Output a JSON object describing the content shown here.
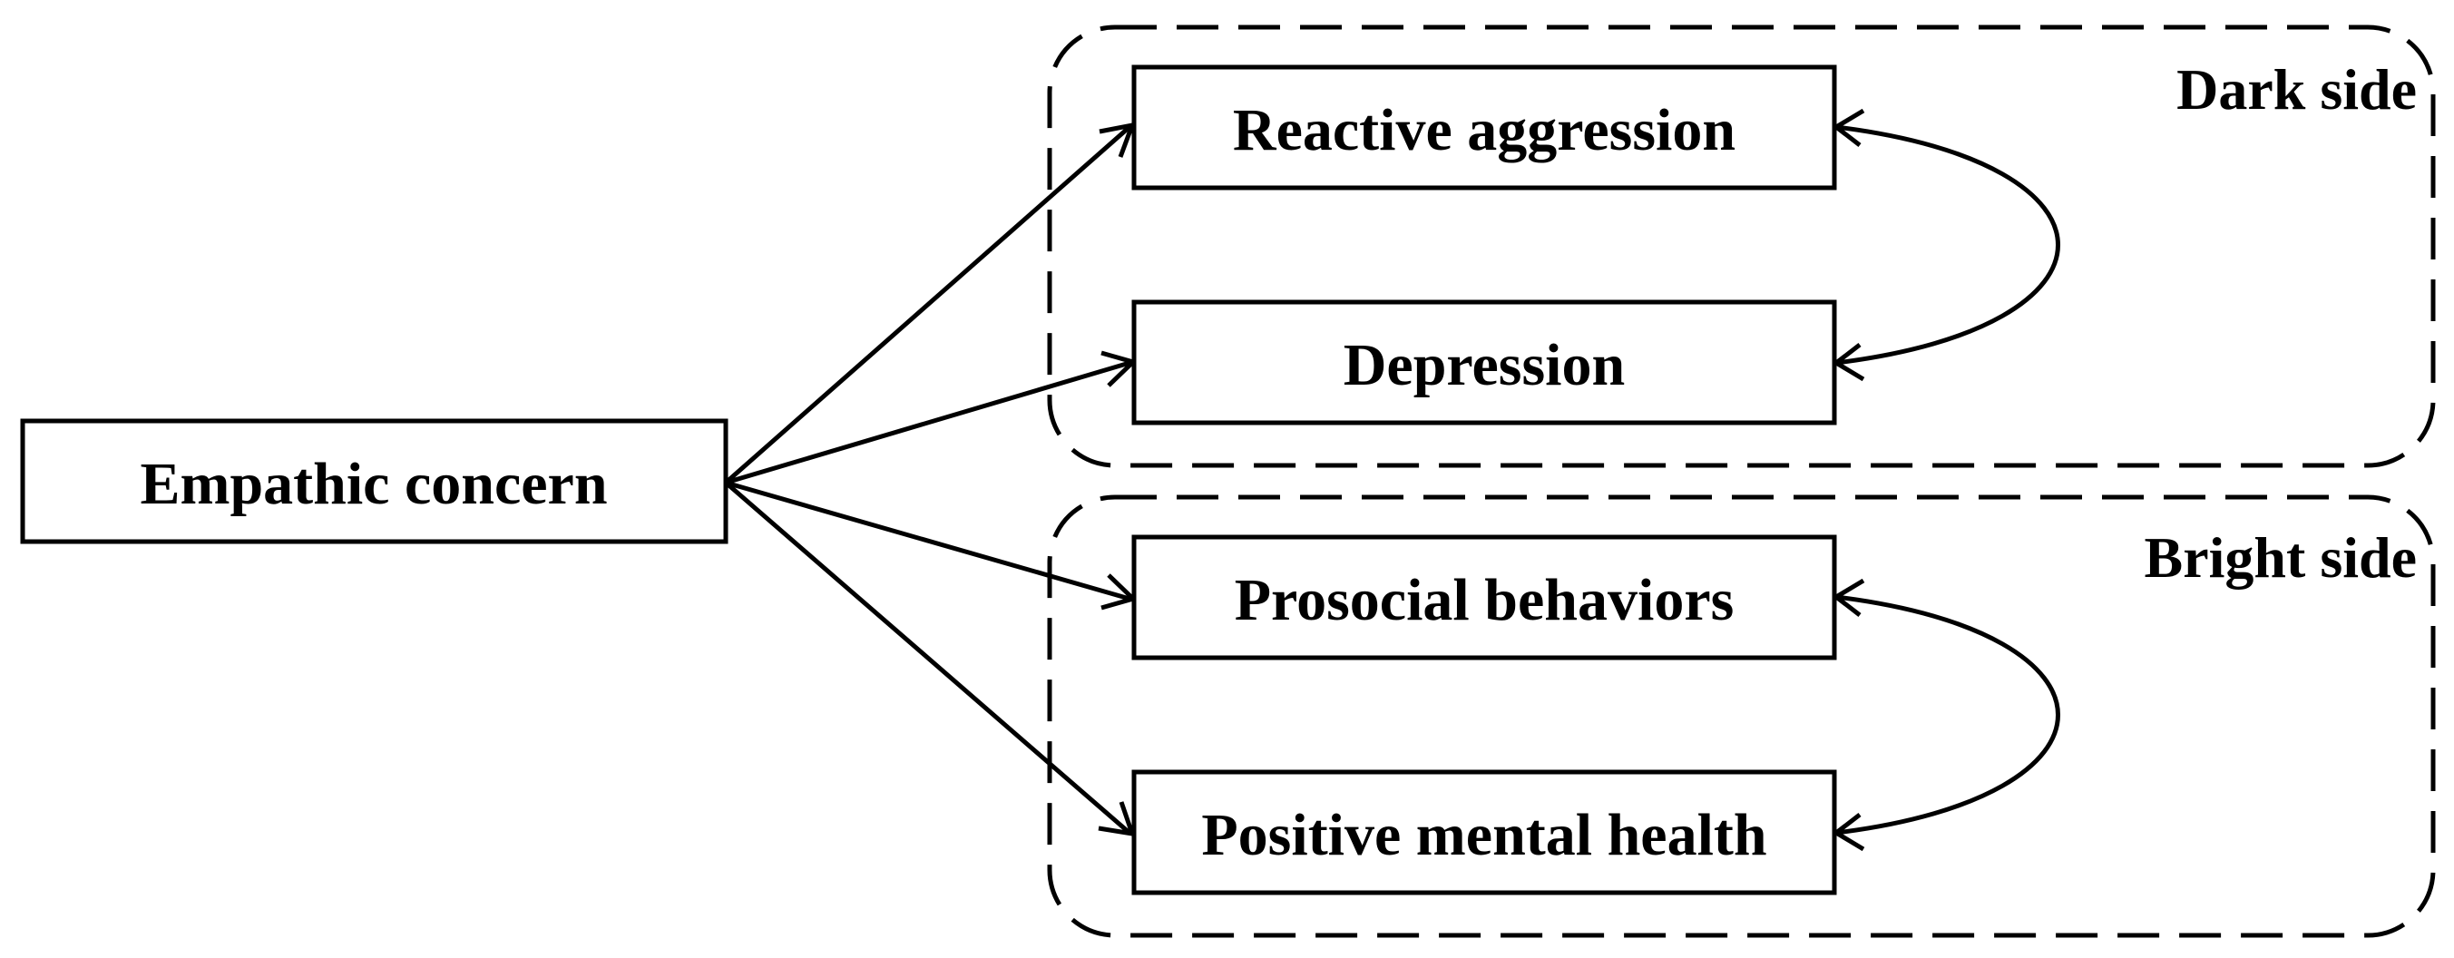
{
  "nodes": {
    "empathic_concern": "Empathic concern",
    "reactive_aggression": "Reactive aggression",
    "depression": "Depression",
    "prosocial_behaviors": "Prosocial behaviors",
    "positive_mental_health": "Positive mental health"
  },
  "groups": {
    "dark": "Dark side",
    "bright": "Bright side"
  },
  "edges": [
    {
      "from": "Empathic concern",
      "to": "Reactive aggression",
      "type": "directed"
    },
    {
      "from": "Empathic concern",
      "to": "Depression",
      "type": "directed"
    },
    {
      "from": "Empathic concern",
      "to": "Prosocial behaviors",
      "type": "directed"
    },
    {
      "from": "Empathic concern",
      "to": "Positive mental health",
      "type": "directed"
    },
    {
      "from": "Reactive aggression",
      "to": "Depression",
      "type": "bidirectional"
    },
    {
      "from": "Prosocial behaviors",
      "to": "Positive mental health",
      "type": "bidirectional"
    }
  ]
}
